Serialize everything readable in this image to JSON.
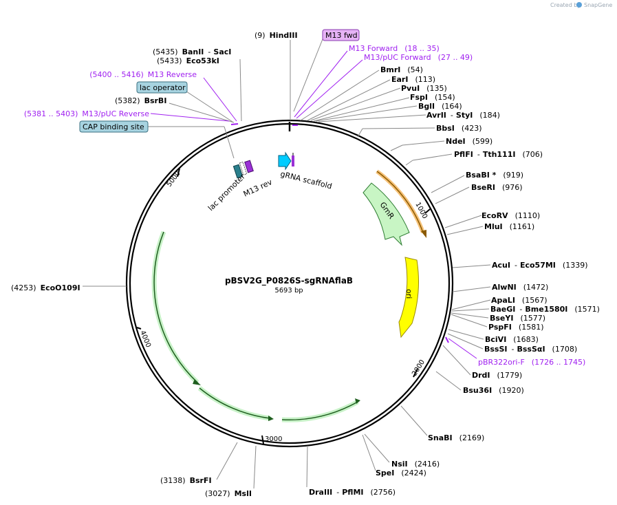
{
  "map": {
    "title": "pBSV2G_P0826S-sgRNAflaB",
    "length_label": "5693 bp",
    "total_bp": 5693,
    "watermark": {
      "prefix": "Created by",
      "brand": "SnapGene"
    },
    "ticks": [
      "1000",
      "2000",
      "3000",
      "4000",
      "5000"
    ],
    "features": [
      {
        "name": "GmR",
        "color": "#c8f5c4"
      },
      {
        "name": "ori",
        "color": "#ffff00"
      },
      {
        "name": "gRNA scaffold",
        "color": "#00ccff"
      },
      {
        "name": "lac promoter",
        "color": "#2a7f8c"
      },
      {
        "name": "M13 rev",
        "color": "#9b30d6"
      }
    ],
    "boxed": [
      {
        "name": "M13 fwd",
        "fill": "#e6b3f5",
        "stroke": "#8a3bb0"
      },
      {
        "name": "lac operator",
        "fill": "#a7d3e0",
        "stroke": "#3a6f7f"
      },
      {
        "name": "CAP binding site",
        "fill": "#a7d3e0",
        "stroke": "#3a6f7f"
      }
    ],
    "primers": [
      {
        "label": "M13 Forward",
        "range": "(18 .. 35)"
      },
      {
        "label": "M13/pUC Forward",
        "range": "(27 .. 49)"
      },
      {
        "label": "M13 Reverse",
        "range": "(5400 .. 5416)"
      },
      {
        "label": "M13/pUC Reverse",
        "range": "(5381 .. 5403)"
      },
      {
        "label": "pBR322ori-F",
        "range": "(1726 .. 1745)"
      }
    ],
    "sites": [
      {
        "name": "HindIII",
        "pos": "(9)"
      },
      {
        "name": "BanII",
        "name2": "SacI",
        "pos": "(5435)"
      },
      {
        "name": "Eco53kI",
        "pos": "(5433)"
      },
      {
        "name": "BsrBI",
        "pos": "(5382)"
      },
      {
        "name": "BmrI",
        "pos": "(54)"
      },
      {
        "name": "EarI",
        "pos": "(113)"
      },
      {
        "name": "PvuI",
        "pos": "(135)"
      },
      {
        "name": "FspI",
        "pos": "(154)"
      },
      {
        "name": "BglI",
        "pos": "(164)"
      },
      {
        "name": "AvrII",
        "name2": "StyI",
        "pos": "(184)"
      },
      {
        "name": "BbsI",
        "pos": "(423)"
      },
      {
        "name": "NdeI",
        "pos": "(599)"
      },
      {
        "name": "PflFI",
        "name2": "Tth111I",
        "pos": "(706)"
      },
      {
        "name": "BsaBI *",
        "pos": "(919)"
      },
      {
        "name": "BseRI",
        "pos": "(976)"
      },
      {
        "name": "EcoRV",
        "pos": "(1110)"
      },
      {
        "name": "MluI",
        "pos": "(1161)"
      },
      {
        "name": "AcuI",
        "name2": "Eco57MI",
        "pos": "(1339)"
      },
      {
        "name": "AlwNI",
        "pos": "(1472)"
      },
      {
        "name": "ApaLI",
        "pos": "(1567)"
      },
      {
        "name": "BaeGI",
        "name2": "Bme1580I",
        "pos": "(1571)"
      },
      {
        "name": "BseYI",
        "pos": "(1577)"
      },
      {
        "name": "PspFI",
        "pos": "(1581)"
      },
      {
        "name": "BciVI",
        "pos": "(1683)"
      },
      {
        "name": "BssSI",
        "name2": "BssSαI",
        "pos": "(1708)"
      },
      {
        "name": "DrdI",
        "pos": "(1779)"
      },
      {
        "name": "Bsu36I",
        "pos": "(1920)"
      },
      {
        "name": "SnaBI",
        "pos": "(2169)"
      },
      {
        "name": "NsiI",
        "pos": "(2416)"
      },
      {
        "name": "SpeI",
        "pos": "(2424)"
      },
      {
        "name": "DraIII",
        "name2": "PflMI",
        "pos": "(2756)"
      },
      {
        "name": "MslI",
        "pos": "(3027)"
      },
      {
        "name": "BsrFI",
        "pos": "(3138)"
      },
      {
        "name": "EcoO109I",
        "pos": "(4253)"
      }
    ]
  }
}
